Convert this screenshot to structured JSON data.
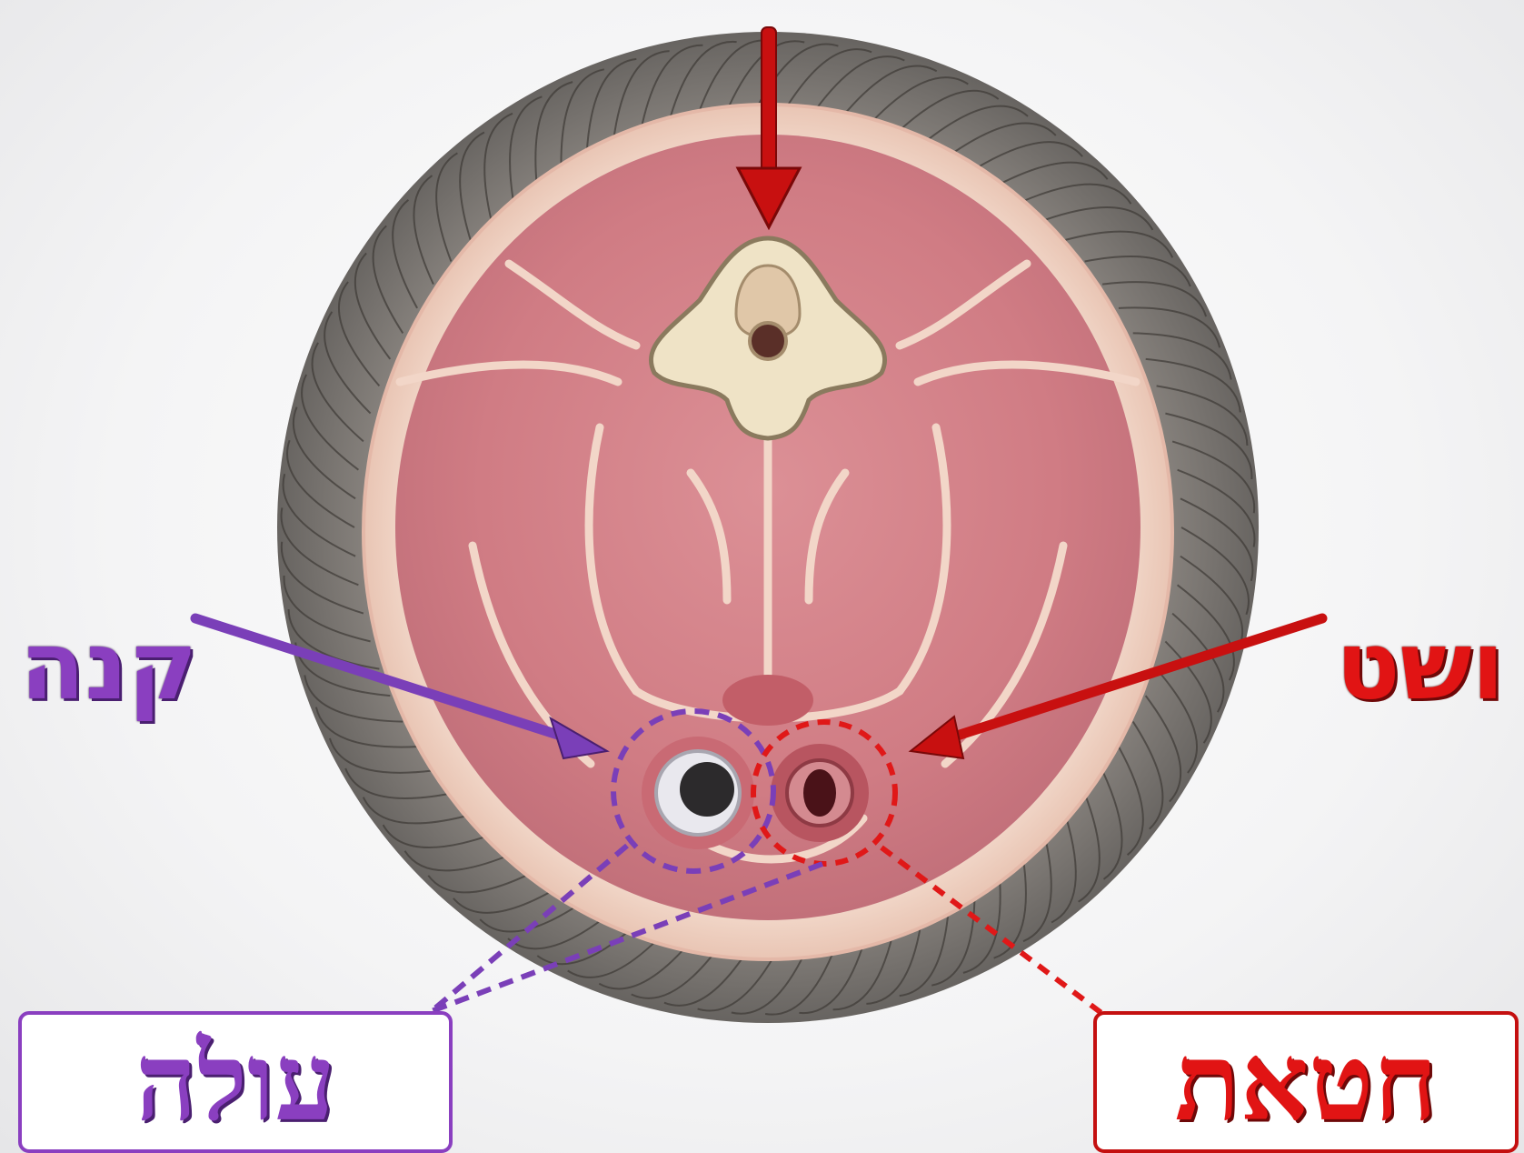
{
  "labels": {
    "trachea": "קנה",
    "esophagus": "ושט"
  },
  "boxes": {
    "olah": "עולה",
    "chatat": "חטאת"
  },
  "colors": {
    "purple": "#8a3fc0",
    "red": "#e11414",
    "dark_red": "#c41010",
    "flesh": "#d98a8e",
    "fat": "#f3d9cc",
    "bone": "#efe3c6",
    "feather": "#6e6a66"
  },
  "icons": {
    "top_arrow": "arrow-down-icon",
    "trachea_arrow": "arrow-icon",
    "esophagus_arrow": "arrow-icon"
  }
}
